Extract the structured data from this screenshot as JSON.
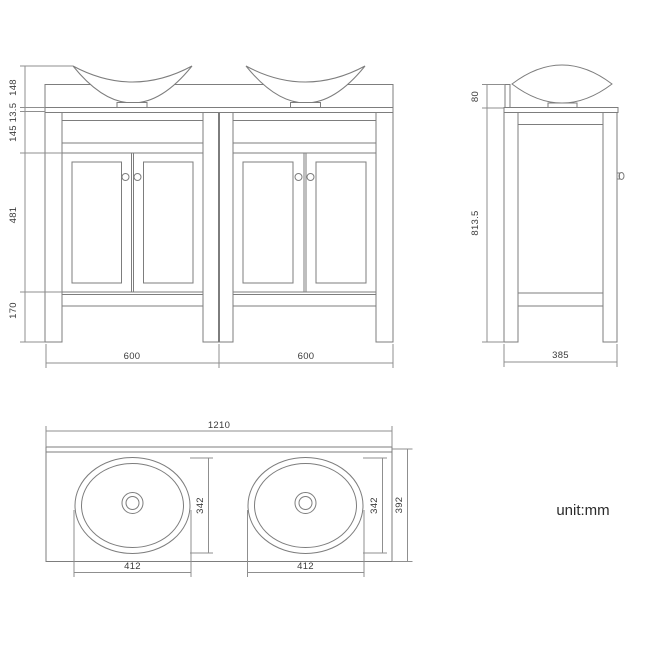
{
  "drawing": {
    "type": "bathroom-vanity-technical-drawing",
    "note": {
      "unit_label": "unit:mm"
    },
    "front_view": {
      "dims": {
        "basin_height": "148",
        "counter_thickness": "13.5",
        "apron_height": "145",
        "door_height": "481",
        "plinth_height": "170",
        "left_bay_width": "600",
        "right_bay_width": "600"
      }
    },
    "side_view": {
      "dims": {
        "splashback_height": "80",
        "floor_to_counter_height": "813.5",
        "depth": "385"
      }
    },
    "top_view": {
      "dims": {
        "overall_width": "1210",
        "left_basin_width": "412",
        "right_basin_width": "412",
        "left_basin_depth": "342",
        "right_basin_depth": "342",
        "overall_depth": "392"
      }
    },
    "colors": {
      "background": "#ffffff",
      "object_line": "#7d7d7d",
      "dimension_line": "#8f8f8f",
      "label_text": "#3a3a3a"
    }
  }
}
